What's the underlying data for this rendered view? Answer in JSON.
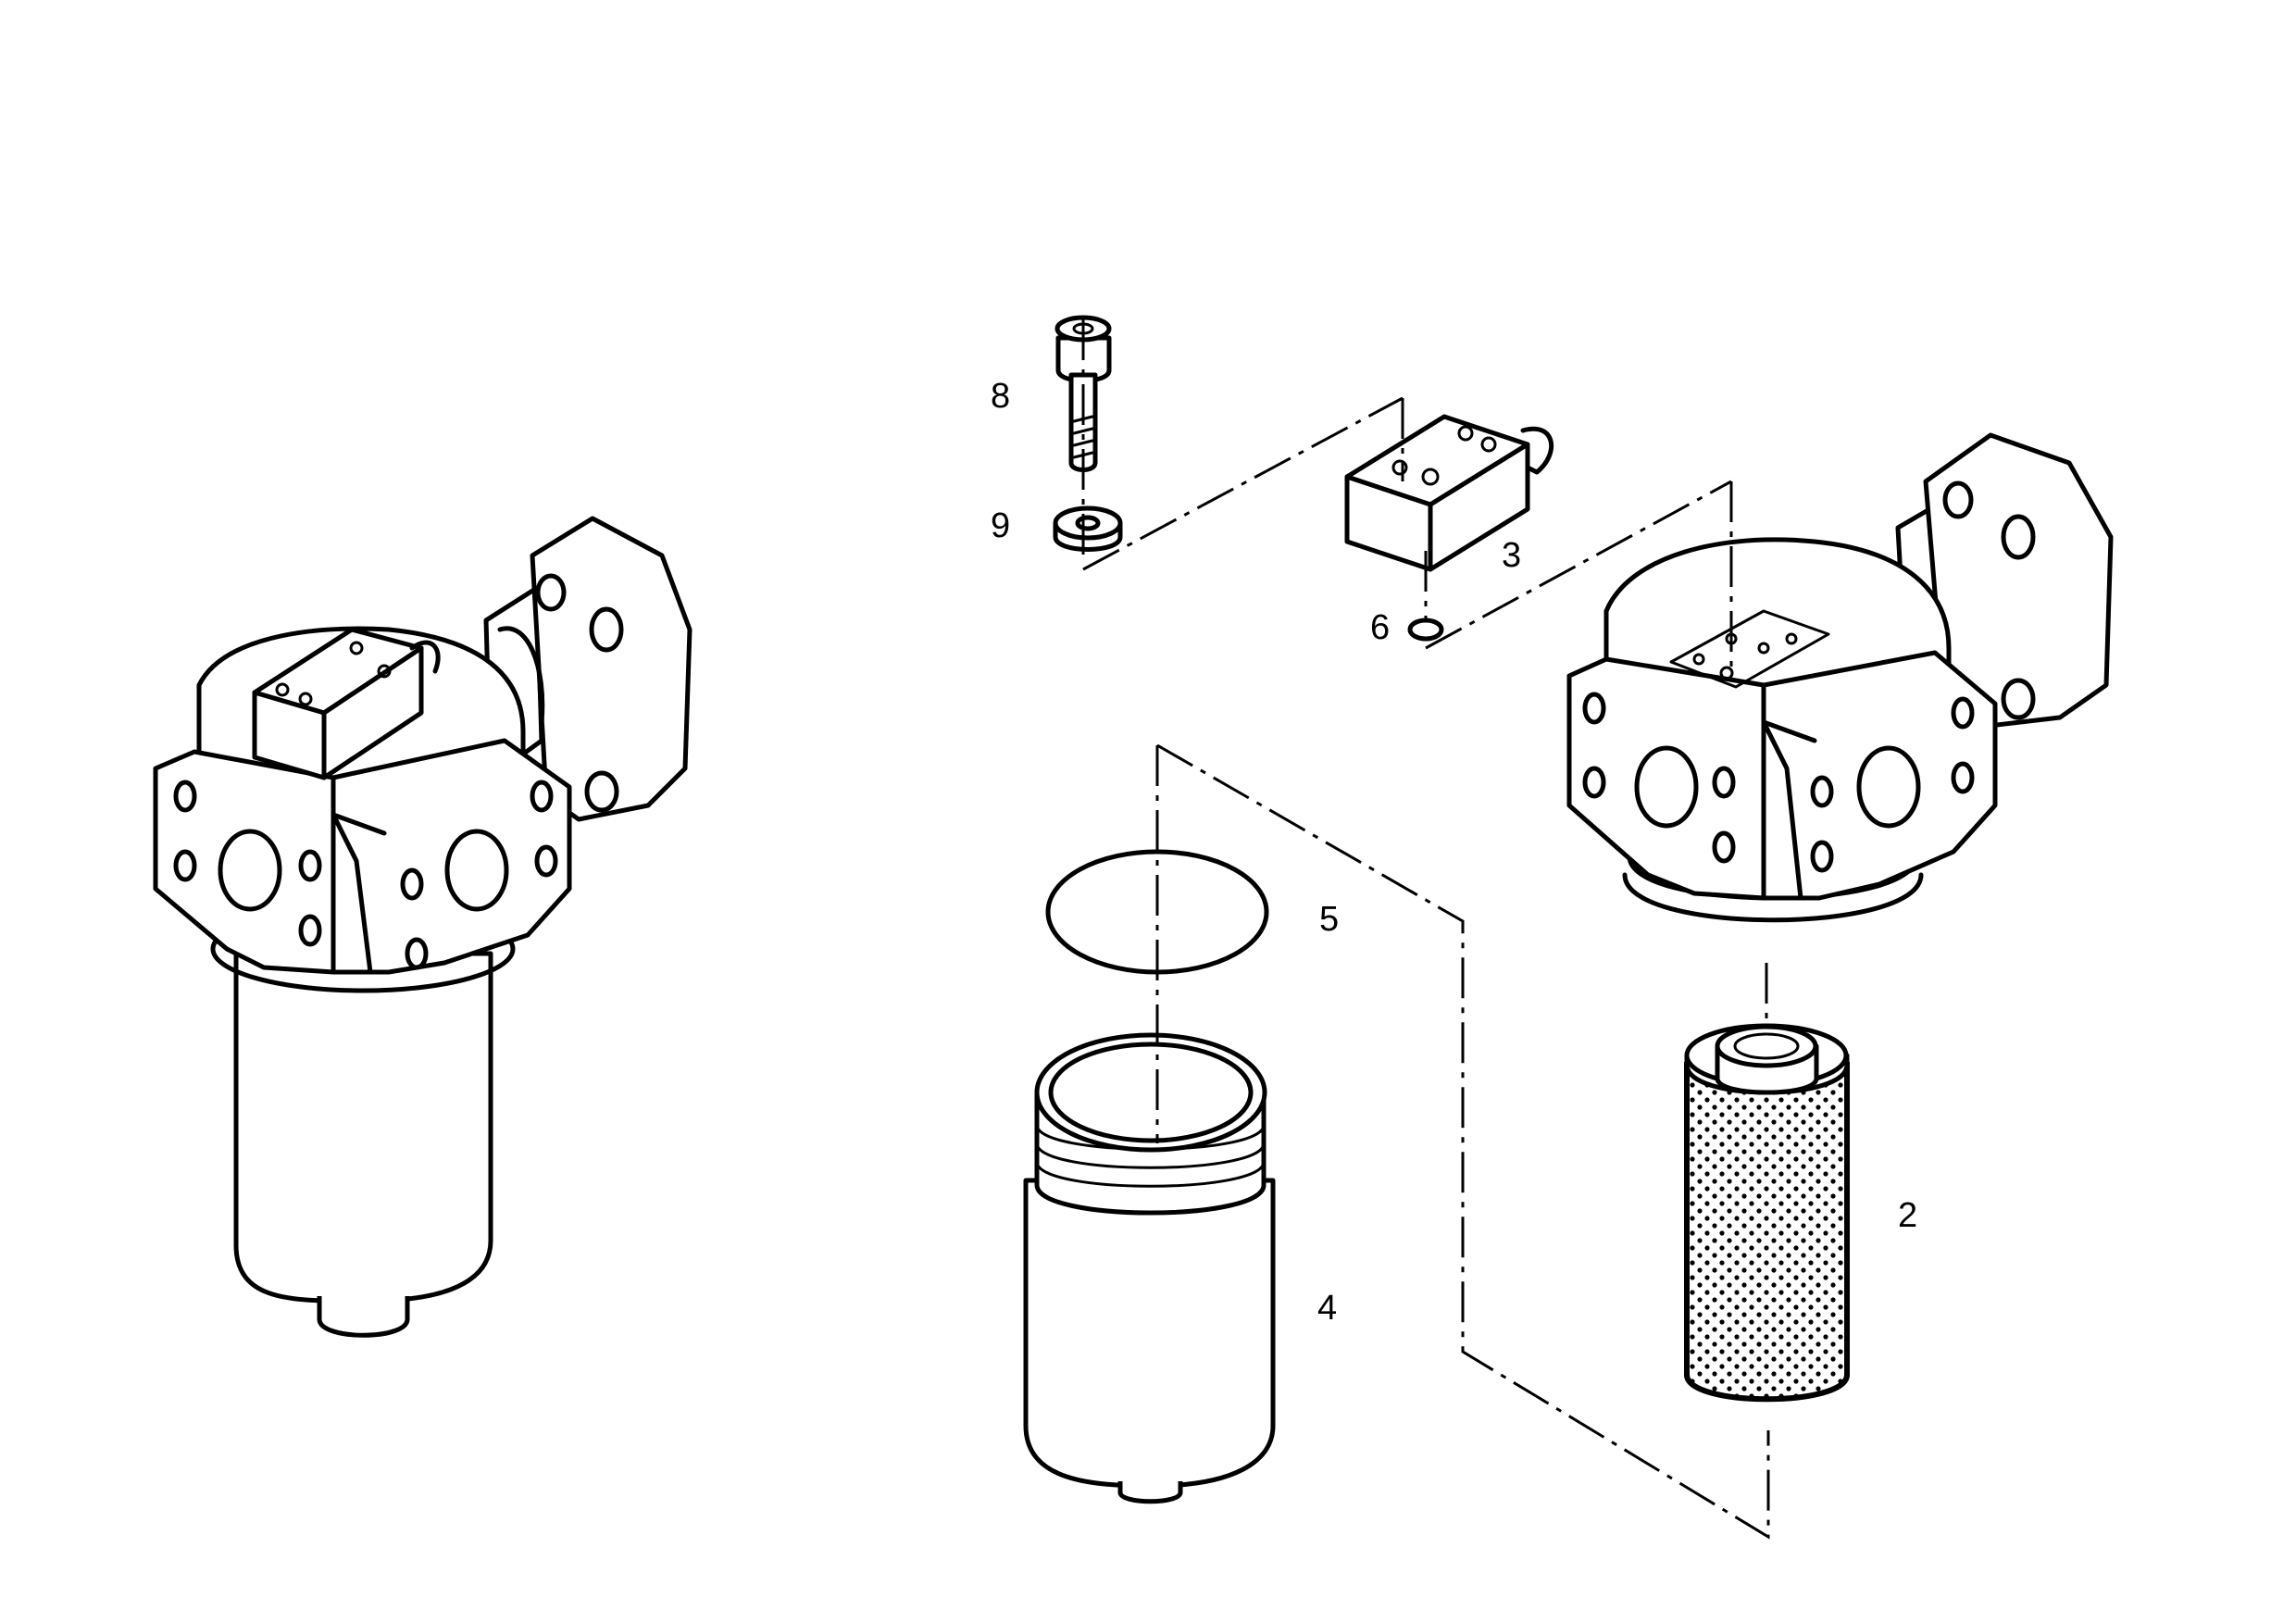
{
  "callouts": {
    "c8": "8",
    "c9": "9",
    "c3": "3",
    "c6": "6",
    "c5": "5",
    "c4": "4",
    "c2": "2"
  },
  "colors": {
    "line": "#000000",
    "background": "#ffffff"
  }
}
